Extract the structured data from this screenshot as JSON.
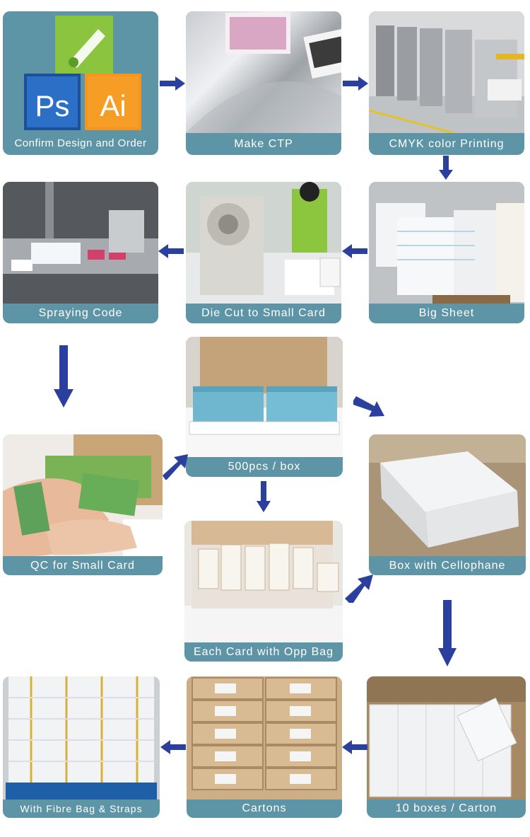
{
  "steps": [
    {
      "id": "confirm",
      "label": "Confirm Design and Order"
    },
    {
      "id": "ctp",
      "label": "Make CTP"
    },
    {
      "id": "cmyk",
      "label": "CMYK color Printing"
    },
    {
      "id": "spray",
      "label": "Spraying Code"
    },
    {
      "id": "diecut",
      "label": "Die Cut to Small Card"
    },
    {
      "id": "bigsheet",
      "label": "Big Sheet"
    },
    {
      "id": "box500",
      "label": "500pcs / box"
    },
    {
      "id": "qc",
      "label": "QC for Small Card"
    },
    {
      "id": "cellophane",
      "label": "Box with Cellophane"
    },
    {
      "id": "oppbag",
      "label": "Each Card with Opp Bag"
    },
    {
      "id": "fibre",
      "label": "With Fibre Bag & Straps"
    },
    {
      "id": "cartons",
      "label": "Cartons"
    },
    {
      "id": "tenboxes",
      "label": "10 boxes / Carton"
    }
  ],
  "logos": {
    "ps": "Ps",
    "ai": "Ai"
  },
  "colors": {
    "card": "#5e95a6",
    "arrow": "#2b3f9e",
    "text": "#ffffff"
  }
}
